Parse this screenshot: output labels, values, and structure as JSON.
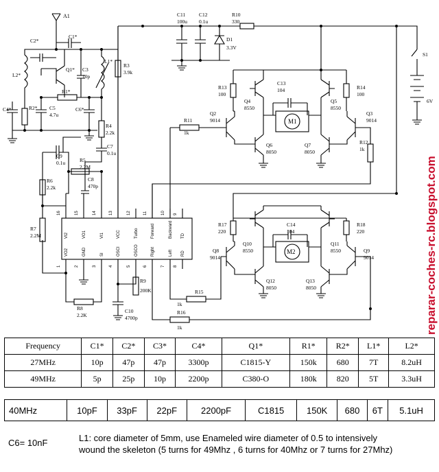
{
  "schematic": {
    "antenna": "A1",
    "c1": "C1*",
    "c2": "C2*",
    "c3": "C3",
    "c3v": "10p",
    "c4": "C4*",
    "c5": "C5",
    "c5v": "4.7u",
    "c6": "C6*",
    "c7": "C7",
    "c7v": "0.1u",
    "c8": "C8",
    "c8v": "470p",
    "c9": "C9",
    "c9v": "0.1u",
    "c10": "C10",
    "c10v": "4700p",
    "c11": "C11",
    "c11v": "100u",
    "c12": "C12",
    "c12v": "0.1u",
    "c13": "C13",
    "c13v": "104",
    "c14": "C14",
    "c14v": "104",
    "r1": "R1*",
    "r2": "R2*",
    "r3": "R3",
    "r3v": "3.9k",
    "r4": "R4",
    "r4v": "2.2k",
    "r5": "R5",
    "r5v": "2.2M",
    "r6": "R6",
    "r6v": "2.2k",
    "r7": "R7",
    "r7v": "2.2M",
    "r8": "R8",
    "r8v": "2.2K",
    "r9": "R9",
    "r9v": "200K",
    "r10": "R10",
    "r10v": "330",
    "r11": "R11",
    "r11v": "1k",
    "r12": "R12",
    "r12v": "1k",
    "r13": "R13",
    "r13v": "100",
    "r14": "R14",
    "r14v": "100",
    "r15": "R15",
    "r15v": "1k",
    "r16": "R16",
    "r16v": "1k",
    "r17": "R17",
    "r17v": "220",
    "r18": "R18",
    "r18v": "220",
    "l1": "L1*",
    "l2": "L2*",
    "q1": "Q1*",
    "q2": "Q2",
    "q2v": "9014",
    "q3": "Q3",
    "q3v": "9014",
    "q4": "Q4",
    "q4v": "8550",
    "q5": "Q5",
    "q5v": "8550",
    "q6": "Q6",
    "q6v": "8050",
    "q7": "Q7",
    "q7v": "8050",
    "q8": "Q8",
    "q8v": "9014",
    "q9": "Q9",
    "q9v": "9014",
    "q10": "Q10",
    "q10v": "8550",
    "q11": "Q11",
    "q11v": "8550",
    "q12": "Q12",
    "q12v": "8050",
    "q13": "Q13",
    "q13v": "8050",
    "d1": "D1",
    "d1v": "3.3V",
    "s1": "S1",
    "batt": "6V",
    "m1": "M1",
    "m2": "M2",
    "pins_top": [
      "16",
      "15",
      "14",
      "13",
      "12",
      "11",
      "10",
      "9"
    ],
    "pins_top_names": [
      "VI2",
      "VO1",
      "VI1",
      "VCC",
      "Turbo",
      "Forward",
      "Backward",
      "TD"
    ],
    "pins_bot": [
      "1",
      "2",
      "3",
      "4",
      "5",
      "6",
      "7",
      "8"
    ],
    "pins_bot_names": [
      "VO2",
      "GND",
      "SI",
      "OSCI",
      "OSCO",
      "Right",
      "Left",
      "RD"
    ]
  },
  "watermark": "reparar-coches-rc.blogspot.com",
  "table": {
    "header": [
      "Frequency",
      "C1*",
      "C2*",
      "C3*",
      "C4*",
      "Q1*",
      "R1*",
      "R2*",
      "L1*",
      "L2*"
    ],
    "rows": [
      [
        "27MHz",
        "10p",
        "47p",
        "47p",
        "3300p",
        "C1815-Y",
        "150k",
        "680",
        "7T",
        "8.2uH"
      ],
      [
        "49MHz",
        "5p",
        "25p",
        "10p",
        "2200p",
        "C380-O",
        "180k",
        "820",
        "5T",
        "3.3uH"
      ]
    ]
  },
  "custom_row": [
    "40MHz",
    "10pF",
    "33pF",
    "22pF",
    "2200pF",
    "C1815",
    "150K",
    "680",
    "6T",
    "5.1uH"
  ],
  "note_c6": "C6= 10nF",
  "note_l1_line1": "L1: core diameter of 5mm, use Enameled wire diameter of 0.5 to intensively",
  "note_l1_line2": "wound the skeleton (5 turns for 49Mhz , 6 turns for 40Mhz or 7 turns for 27Mhz)"
}
